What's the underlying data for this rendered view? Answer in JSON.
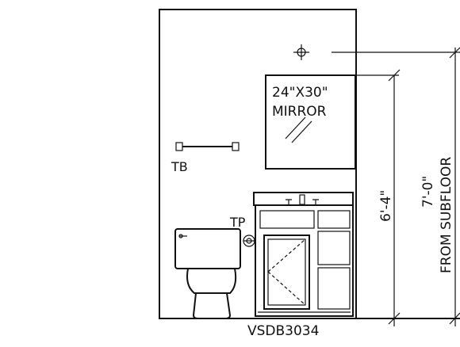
{
  "labels": {
    "mirror_line1": "24\"X30\"",
    "mirror_line2": "MIRROR",
    "towel_bar": "TB",
    "toilet_paper": "TP",
    "vanity_model": "VSDB3034",
    "dim_mirror_height": "6'-4\"",
    "dim_light_height": "7'-0\"",
    "dim_light_ref": "FROM SUBFLOOR"
  },
  "colors": {
    "line": "#111111",
    "background": "#ffffff"
  },
  "icons": {
    "light_fixture": "crosshair-circle-icon"
  }
}
